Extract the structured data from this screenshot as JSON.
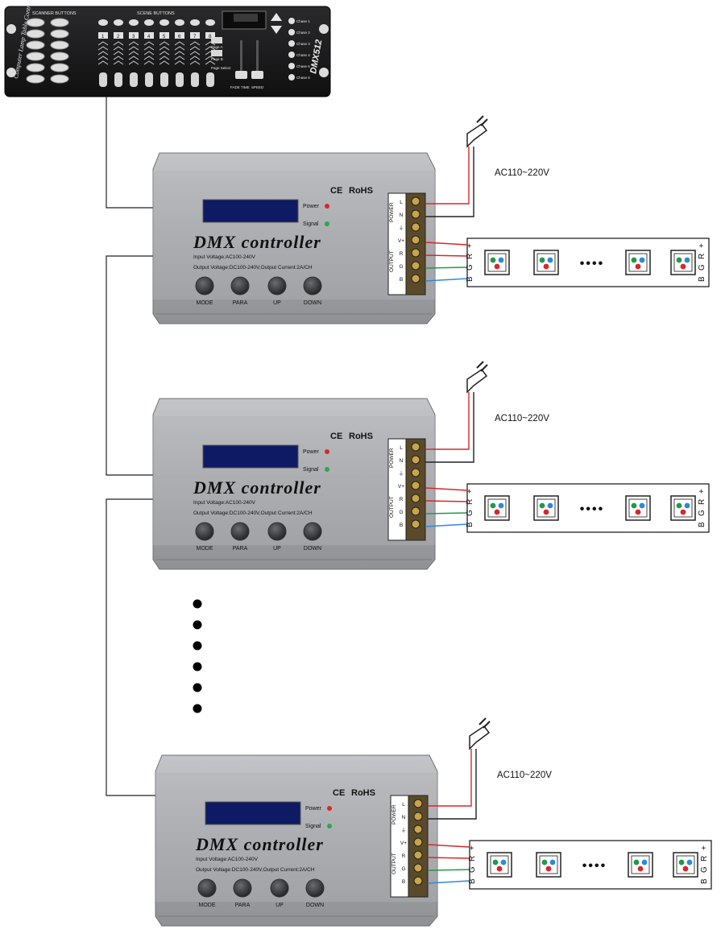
{
  "console": {
    "scanner_header": "SCANNER BUTTONS",
    "scene_header": "SCENE BUTTONS",
    "brand": "DMX512",
    "side_label": "Computer Lamp Table Controller",
    "scene_numbers": [
      "1",
      "2",
      "3",
      "4",
      "5",
      "6",
      "7",
      "8"
    ],
    "page_select": "Page Select",
    "page_a": "Page A",
    "page_b": "Page B",
    "chase_labels": [
      "Chase 1",
      "Chase 2",
      "Chase 3",
      "Chase 4",
      "Chase 5",
      "Chase 6"
    ],
    "fade_time": "FADE TIME",
    "speed": "SPEED"
  },
  "controller": {
    "title": "DMX controller",
    "ce": "CE",
    "rohs": "RoHS",
    "power_led": "Power",
    "signal_led": "Signal",
    "input_voltage": "Input Voltage:AC100-240V",
    "output_spec": "Output Voltage:DC100-240V,Output Current:2A/CH",
    "buttons": [
      "MODE",
      "PARA",
      "UP",
      "DOWN"
    ],
    "power_block": "POWER",
    "output_block": "OUTPUT",
    "power_terminals": [
      "L",
      "N",
      "⏚"
    ],
    "output_terminals": [
      "V+",
      "R",
      "G",
      "B"
    ]
  },
  "supply_label": "AC110~220V",
  "strip": {
    "pin_labels": [
      "+",
      "R",
      "G",
      "B"
    ],
    "ellipsis": "••••"
  },
  "colors": {
    "wire_red": "#d9262a",
    "wire_green": "#1f9a4a",
    "wire_blue": "#2d8ad8",
    "housing": "#a9abae",
    "console": "#1b1b1d"
  }
}
